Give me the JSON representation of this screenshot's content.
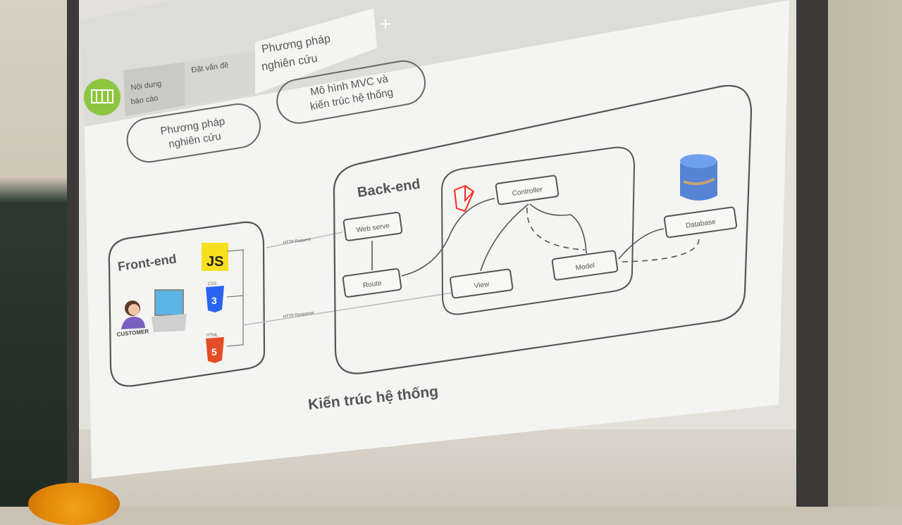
{
  "tabs": [
    {
      "label_line1": "Nội dung",
      "label_line2": "báo cáo"
    },
    {
      "label_line1": "Đặt vấn đề",
      "label_line2": ""
    },
    {
      "label_line1": "Phương pháp",
      "label_line2": "nghiên cứu"
    }
  ],
  "tab_add_label": "+",
  "pills": [
    {
      "line1": "Phương pháp",
      "line2": "nghiên cứu"
    },
    {
      "line1": "Mô hình MVC và",
      "line2": "kiến trúc hệ thống"
    }
  ],
  "frontend": {
    "title": "Front-end",
    "js_badge": "JS",
    "css_label": "CSS",
    "html_label": "HTML",
    "customer_label": "CUSTOMER"
  },
  "backend": {
    "title": "Back-end",
    "web_server": "Web serve",
    "route": "Route",
    "controller": "Controller",
    "view": "View",
    "model": "Model",
    "database": "Database"
  },
  "arrows": {
    "http_request": "HTTP Request",
    "http_response": "HTTP Response"
  },
  "caption": "Kiến trúc hệ thống",
  "colors": {
    "logo_green": "#8cc63f",
    "js_yellow": "#f7df1e",
    "css_blue": "#2965f1",
    "html_orange": "#e44d26",
    "laravel_red": "#ff2d20",
    "db_blue": "#3b6fcf"
  },
  "icons": [
    "logo-icon",
    "js-icon",
    "css3-icon",
    "html5-icon",
    "customer-icon",
    "laptop-icon",
    "laravel-icon",
    "database-icon"
  ]
}
